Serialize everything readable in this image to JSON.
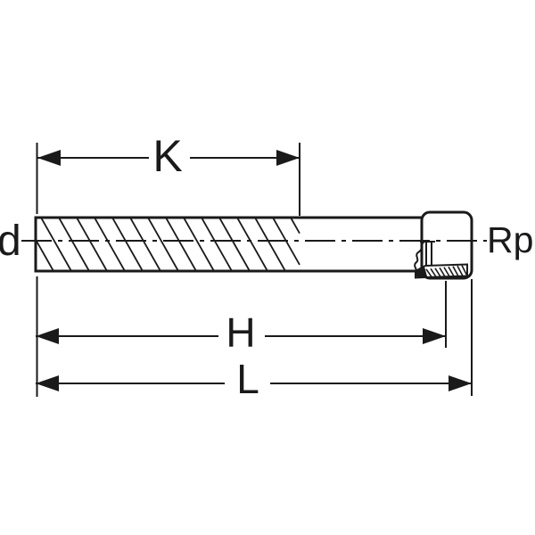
{
  "drawing": {
    "kind": "technical-dimension-drawing",
    "labels": {
      "diameter": "d",
      "plain_end_length": "K",
      "insertion_depth": "H",
      "total_length": "L",
      "thread": "Rp"
    },
    "colors": {
      "line": "#1a1a1a",
      "background": "#ffffff"
    }
  }
}
